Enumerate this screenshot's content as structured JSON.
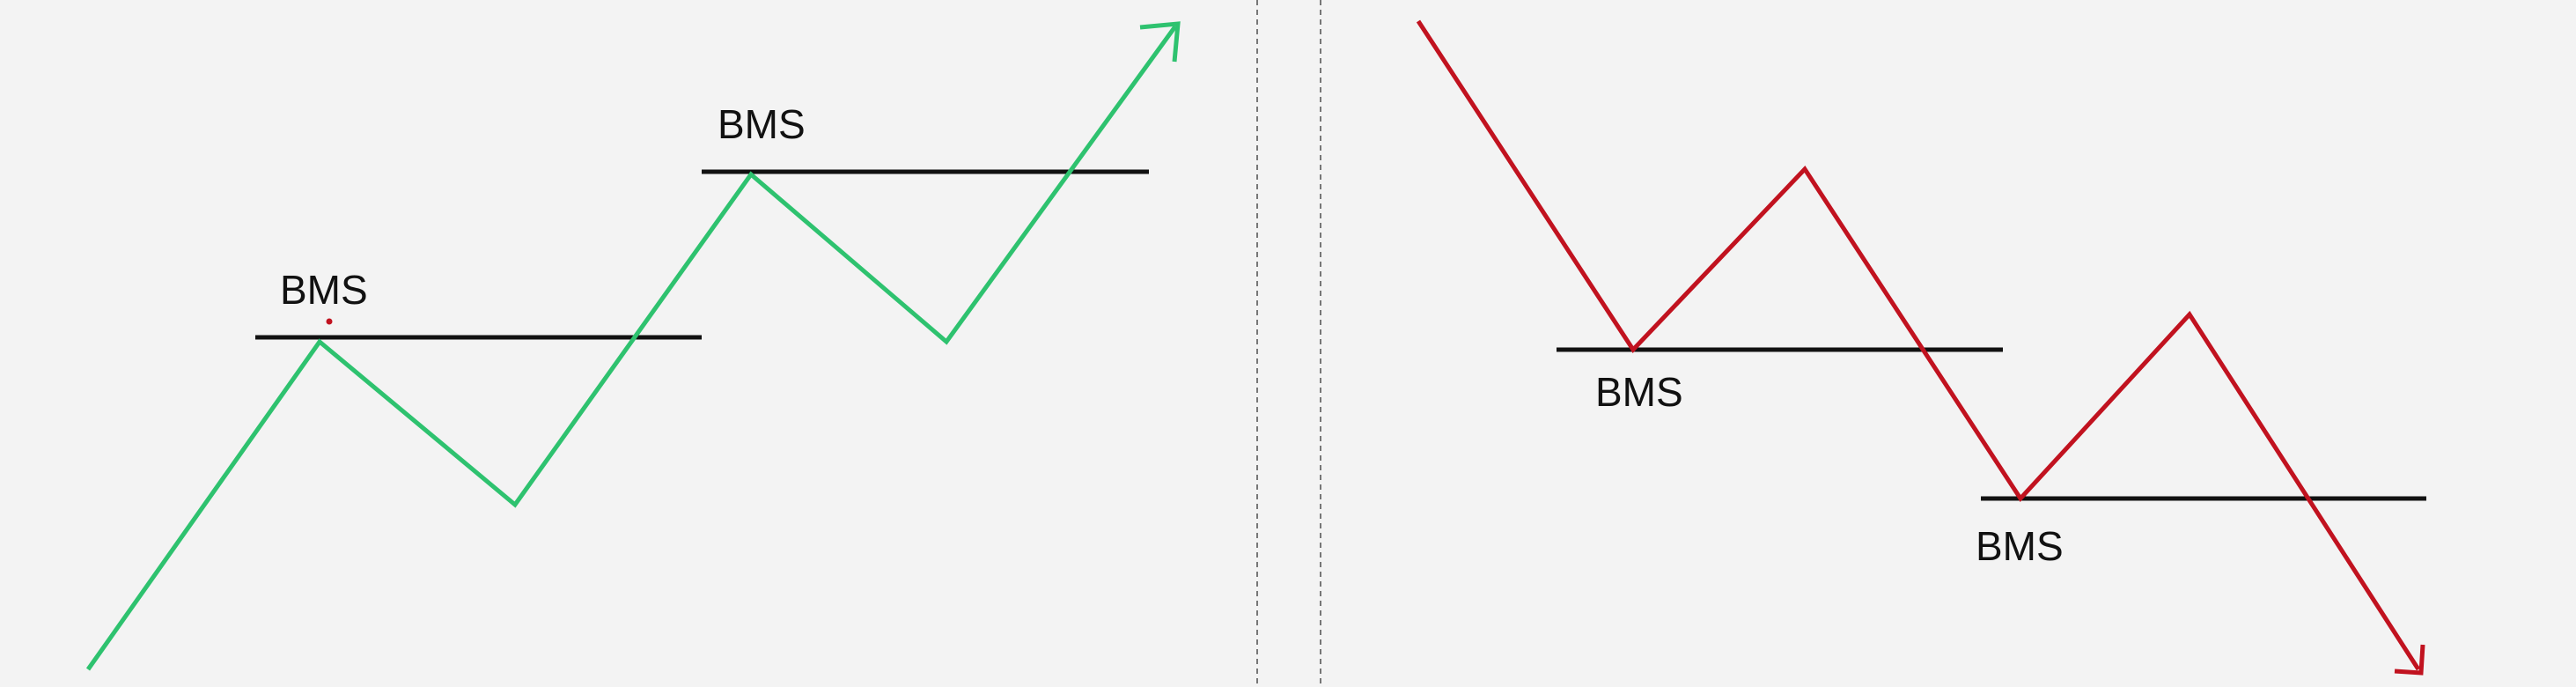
{
  "colors": {
    "background": "#f3f3f3",
    "bullish_line": "#2ec26f",
    "bearish_line": "#c1121f",
    "level_line": "#111111",
    "divider": "#777777",
    "marker_dot": "#c1121f"
  },
  "bullish": {
    "labels": [
      "BMS",
      "BMS"
    ],
    "arrow": "up-right-arrow-icon"
  },
  "bearish": {
    "labels": [
      "BMS",
      "BMS"
    ],
    "arrow": "down-right-arrow-icon"
  }
}
